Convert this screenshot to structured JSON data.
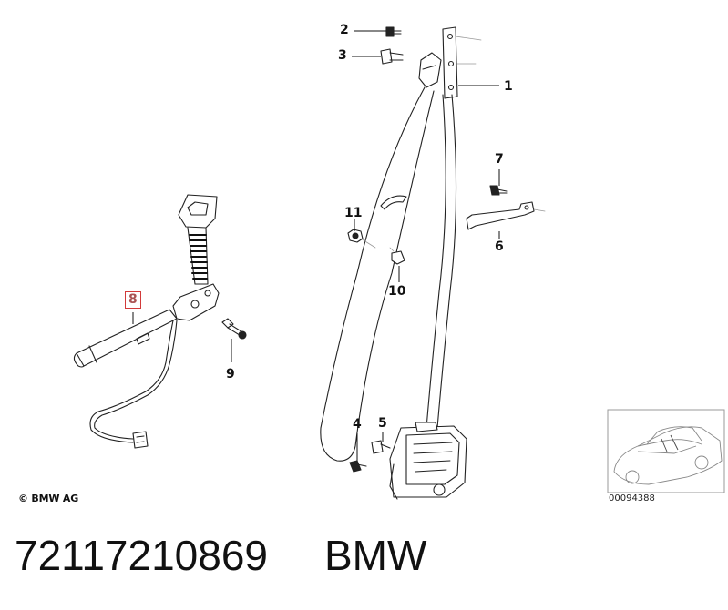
{
  "callouts": {
    "c1": "1",
    "c2": "2",
    "c3": "3",
    "c4": "4",
    "c5": "5",
    "c6": "6",
    "c7": "7",
    "c8": "8",
    "c9": "9",
    "c10": "10",
    "c11": "11"
  },
  "copyright": "© BMW AG",
  "thumbnail_id": "00094388",
  "part_number": "72117210869",
  "brand": "BMW",
  "colors": {
    "highlight": "#d23a3a",
    "line": "#222222",
    "thumb_border": "#999999"
  }
}
